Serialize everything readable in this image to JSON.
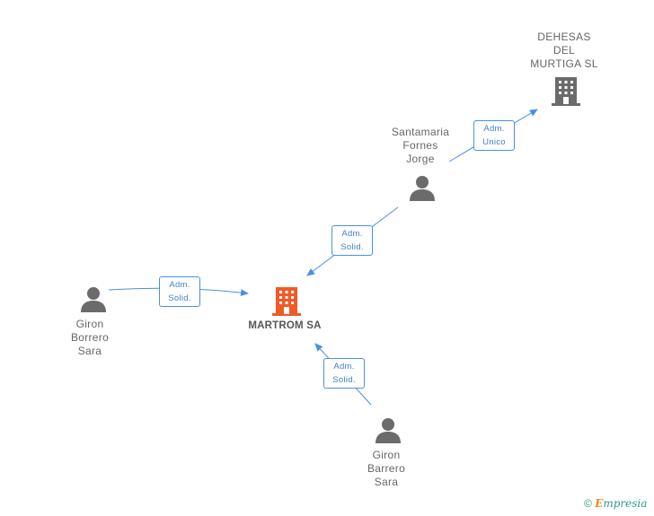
{
  "nodes": {
    "dehesas": {
      "lines": [
        "DEHESAS",
        "DEL",
        "MURTIGA  SL"
      ]
    },
    "santamaria": {
      "lines": [
        "Santamaria",
        "Fornes",
        "Jorge"
      ]
    },
    "giron_left": {
      "lines": [
        "Giron",
        "Borrero",
        "Sara"
      ]
    },
    "giron_bottom": {
      "lines": [
        "Giron",
        "Barrero",
        "Sara"
      ]
    },
    "main": {
      "label": "MARTROM SA"
    }
  },
  "edges": {
    "santamaria_dehesas": {
      "lines": [
        "Adm.",
        "Unico"
      ]
    },
    "santamaria_main": {
      "lines": [
        "Adm.",
        "Solid."
      ]
    },
    "giron_left_main": {
      "lines": [
        "Adm.",
        "Solid."
      ]
    },
    "giron_bottom_main": {
      "lines": [
        "Adm.",
        "Solid."
      ]
    }
  },
  "colors": {
    "edge": "#4a90e2",
    "main_building": "#f05a28",
    "building": "#6b6b6b",
    "person": "#6b6b6b"
  },
  "icons": {
    "building": "building-icon",
    "person": "person-icon",
    "copyright": "copyright-icon"
  },
  "footer": {
    "copyright": "©",
    "brand_first": "E",
    "brand_rest": "mpresia"
  }
}
